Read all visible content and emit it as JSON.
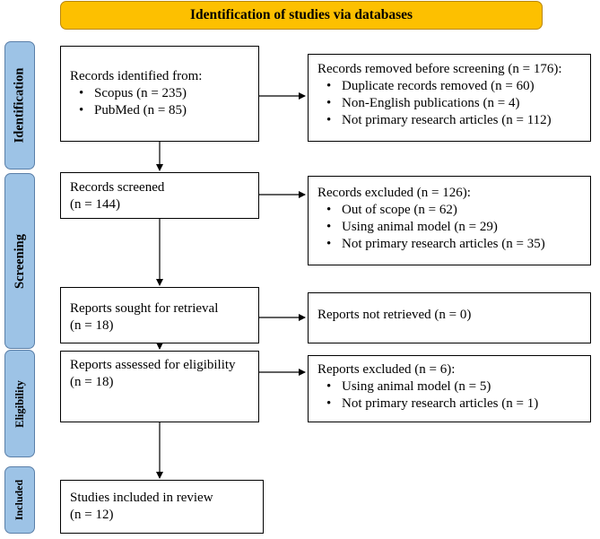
{
  "banner": {
    "label": "Identification of studies via databases"
  },
  "stages": {
    "identification": "Identification",
    "screening": "Screening",
    "eligibility": "Eligibility",
    "included": "Included"
  },
  "boxes": {
    "records_identified": {
      "title": "Records identified from:",
      "items": [
        "Scopus (n = 235)",
        "PubMed (n = 85)"
      ]
    },
    "records_removed": {
      "title": "Records removed before screening (n = 176):",
      "items": [
        "Duplicate records removed (n = 60)",
        "Non-English publications (n = 4)",
        "Not primary research articles (n = 112)"
      ]
    },
    "records_screened": {
      "line1": "Records screened",
      "line2": "(n = 144)"
    },
    "records_excluded": {
      "title": "Records excluded (n = 126):",
      "items": [
        "Out of scope (n = 62)",
        "Using animal model (n = 29)",
        "Not primary research articles (n = 35)"
      ]
    },
    "reports_sought": {
      "line1": "Reports sought for retrieval",
      "line2": "(n = 18)"
    },
    "reports_not_retrieved": {
      "line1": "Reports not retrieved (n = 0)"
    },
    "reports_assessed": {
      "line1": "Reports assessed for eligibility",
      "line2": "(n = 18)"
    },
    "reports_excluded": {
      "title": "Reports excluded (n = 6):",
      "items": [
        "Using animal model (n = 5)",
        "Not primary research articles (n = 1)"
      ]
    },
    "studies_included": {
      "line1": "Studies included in review",
      "line2": "(n = 12)"
    }
  }
}
